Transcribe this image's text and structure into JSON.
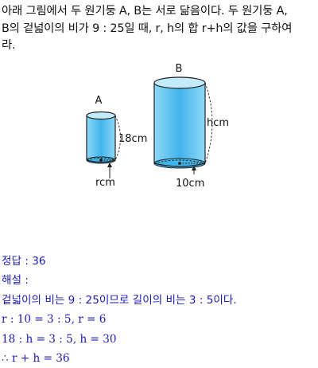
{
  "problem": {
    "line1": "아래 그림에서 두 원기둥 A, B는 서로 닮음이다. 두 원기둥 A,",
    "line2": "B의 겉넓이의 비가 9 : 25일 때, r, h의 합 r+h의 값을 구하여",
    "line3": "라."
  },
  "figure": {
    "cylinder_a_label": "A",
    "cylinder_b_label": "B",
    "a_height_label": "18cm",
    "a_radius_label": "rcm",
    "b_height_label": "hcm",
    "b_radius_label": "10cm",
    "cylinder_color": "#5ec3ee"
  },
  "answer": {
    "line1": "정답 : 36",
    "line2": "해설 :",
    "line3": "겉넓이의 비는 9 : 25이므로 길이의 비는 3 : 5이다.",
    "line4": "r : 10 = 3 : 5, r = 6",
    "line5": "18 : h = 3 : 5, h = 30",
    "line6": "∴ r + h = 36"
  }
}
